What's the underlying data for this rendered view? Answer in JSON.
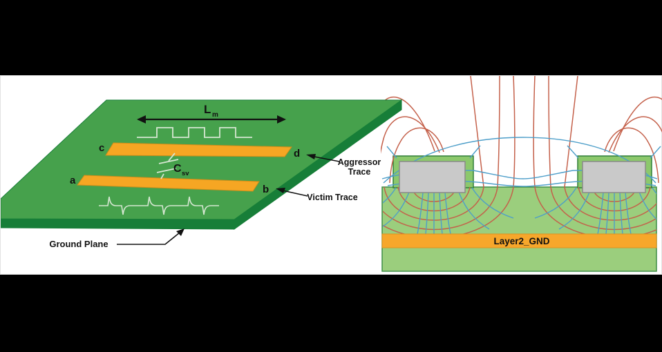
{
  "left_panel": {
    "lm_base": "L",
    "lm_sub": "m",
    "csv_base": "C",
    "csv_sub": "sv",
    "pad_a": "a",
    "pad_b": "b",
    "pad_c": "c",
    "pad_d": "d",
    "aggressor_label_line1": "Aggressor",
    "aggressor_label_line2": "Trace",
    "victim_label": "Victim Trace",
    "ground_label": "Ground Plane"
  },
  "right_panel": {
    "gnd_label": "Layer2_GND"
  },
  "colors": {
    "frame": "#000000",
    "bg": "#ffffff",
    "ink": "#111111",
    "plane_top": "#46a14c",
    "plane_side": "#177e38",
    "trace_orange": "#f6a623",
    "trace_border": "#cc8c1a",
    "wave": "#d6e7d2",
    "substrate": "#9bce7d",
    "substrate_border": "#3e8e46",
    "tracebox": "#8cc86c",
    "tracebox_border": "#2e7d36",
    "copper": "#c9c9c9",
    "copper_border": "#8a8a8a",
    "band": "#f7a72b",
    "band_border": "#de921f",
    "line_red": "#c4604a",
    "line_blue": "#4d9ec9"
  }
}
